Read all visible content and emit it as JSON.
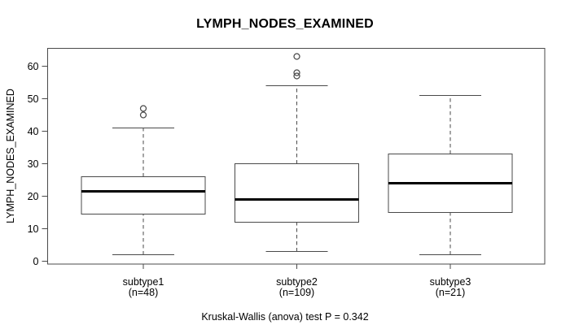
{
  "title": "LYMPH_NODES_EXAMINED",
  "y_axis_label": "LYMPH_NODES_EXAMINED",
  "caption": "Kruskal-Wallis (anova) test P = 0.342",
  "colors": {
    "background": "#ffffff",
    "line": "#4a4a4a",
    "median": "#000000",
    "text": "#000000",
    "box_fill": "#ffffff"
  },
  "chart_data": {
    "type": "boxplot",
    "title": "LYMPH_NODES_EXAMINED",
    "xlabel": "",
    "ylabel": "LYMPH_NODES_EXAMINED",
    "ylim": [
      -0.75,
      65.6
    ],
    "yticks": [
      0,
      10,
      20,
      30,
      40,
      50,
      60
    ],
    "grid": false,
    "legend": "none",
    "footnote": "Kruskal-Wallis (anova) test P = 0.342",
    "groups": [
      {
        "label": "subtype1",
        "sublabel": "(n=48)",
        "n": 48,
        "whisker_low": 2,
        "q1": 14.5,
        "median": 21.5,
        "q3": 26,
        "whisker_high": 41,
        "outliers": [
          45,
          47
        ]
      },
      {
        "label": "subtype2",
        "sublabel": "(n=109)",
        "n": 109,
        "whisker_low": 3,
        "q1": 12,
        "median": 19,
        "q3": 30,
        "whisker_high": 54,
        "outliers": [
          57,
          58,
          63
        ]
      },
      {
        "label": "subtype3",
        "sublabel": "(n=21)",
        "n": 21,
        "whisker_low": 2,
        "q1": 15,
        "median": 24,
        "q3": 33,
        "whisker_high": 51,
        "outliers": []
      }
    ]
  }
}
